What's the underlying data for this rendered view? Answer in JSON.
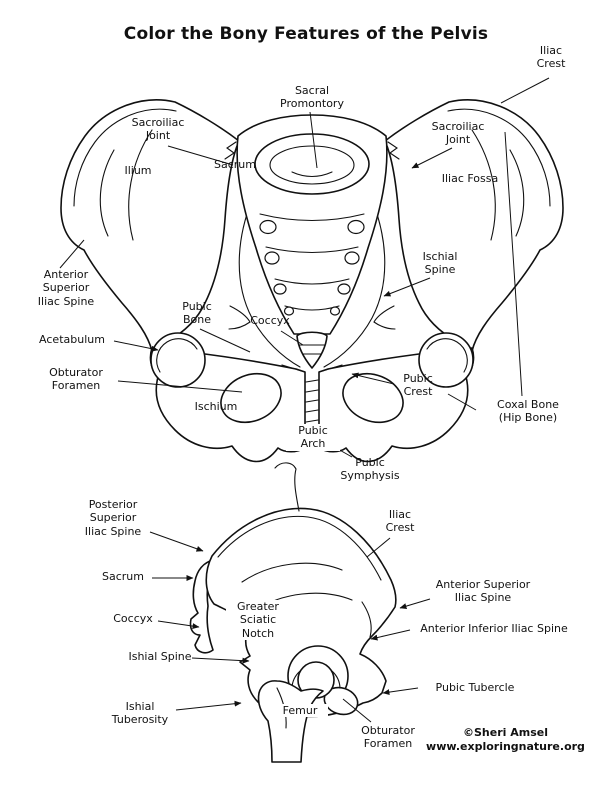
{
  "title": "Color the Bony Features of the Pelvis",
  "top_figure": {
    "labels": {
      "iliac_crest": "Iliac\nCrest",
      "sacral_promontory": "Sacral\nPromontory",
      "sacroiliac_joint_left": "Sacroiliac\nJoint",
      "sacrum": "Sacrum",
      "ilium": "Ilium",
      "sacroiliac_joint_right": "Sacroiliac\nJoint",
      "iliac_fossa": "Iliac Fossa",
      "anterior_superior_iliac_spine": "Anterior\nSuperior\nIliac Spine",
      "ischial_spine": "Ischial\nSpine",
      "pubic_bone": "Pubic\nBone",
      "coccyx": "Coccyx",
      "acetabulum": "Acetabulum",
      "obturator_foramen": "Obturator\nForamen",
      "ischium": "Ischium",
      "pubic_crest": "Pubic\nCrest",
      "pubic_arch": "Pubic\nArch",
      "pubic_symphysis": "Pubic\nSymphysis",
      "coxal_bone": "Coxal Bone\n(Hip Bone)"
    }
  },
  "bottom_figure": {
    "labels": {
      "posterior_superior_iliac_spine": "Posterior\nSuperior\nIliac Spine",
      "iliac_crest": "Iliac\nCrest",
      "sacrum": "Sacrum",
      "anterior_superior_iliac_spine": "Anterior Superior\nIliac Spine",
      "coccyx": "Coccyx",
      "greater_sciatic_notch": "Greater\nSciatic\nNotch",
      "anterior_inferior_iliac_spine": "Anterior Inferior Iliac Spine",
      "ishial_spine": "Ishial Spine",
      "pubic_tubercle": "Pubic Tubercle",
      "ishial_tuberosity": "Ishial\nTuberosity",
      "femur": "Femur",
      "obturator_foramen": "Obturator\nForamen"
    }
  },
  "credit": {
    "author": "©Sheri Amsel",
    "website": "www.exploringnature.org"
  }
}
